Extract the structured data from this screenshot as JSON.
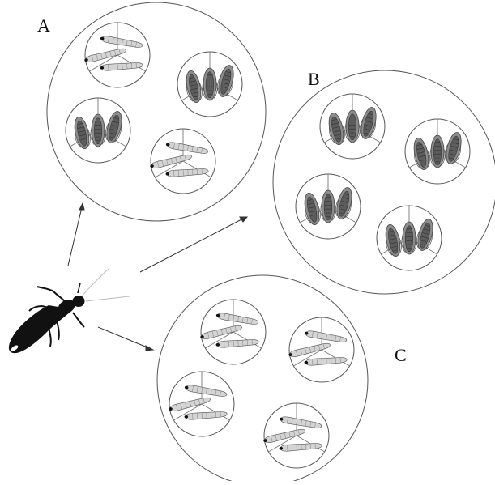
{
  "labels": {
    "arena_a": "A",
    "arena_b": "B",
    "arena_c": "C"
  },
  "arenas": [
    {
      "id": "A",
      "patches": [
        "larvae",
        "pupae",
        "pupae",
        "larvae"
      ]
    },
    {
      "id": "B",
      "patches": [
        "pupae",
        "pupae",
        "pupae",
        "pupae"
      ]
    },
    {
      "id": "C",
      "patches": [
        "larvae",
        "larvae",
        "larvae",
        "larvae"
      ]
    }
  ],
  "icons": {
    "insect": "beetle-icon",
    "larva": "larva-icon",
    "pupa": "pupa-icon"
  },
  "colors": {
    "stroke": "#555555",
    "beetle": "#111111",
    "larva_fill": "#d4d4d4",
    "pupa_fill": "#8c8c8c"
  }
}
